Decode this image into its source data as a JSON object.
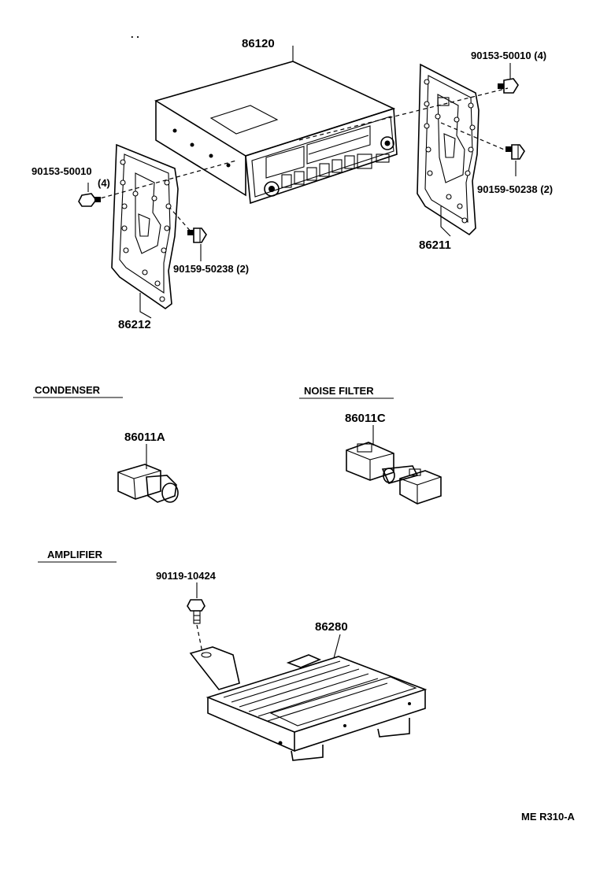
{
  "labels": {
    "radio": "86120",
    "bolt_right_top": "90153-50010 (4)",
    "bolt_left": "90153-50010",
    "bolt_left_qty": "(4)",
    "screw_right": "90159-50238 (2)",
    "screw_left": "90159-50238 (2)",
    "bracket_right": "86211",
    "bracket_left": "86212",
    "condenser_part": "86011A",
    "noise_filter_part": "86011C",
    "amp_bolt": "90119-10424",
    "amplifier_part": "86280",
    "ref_code": "ME R310-A"
  },
  "sections": {
    "condenser": "CONDENSER",
    "noise_filter": "NOISE FILTER",
    "amplifier": "AMPLIFIER"
  },
  "colors": {
    "ink": "#000000",
    "paper": "#ffffff"
  }
}
